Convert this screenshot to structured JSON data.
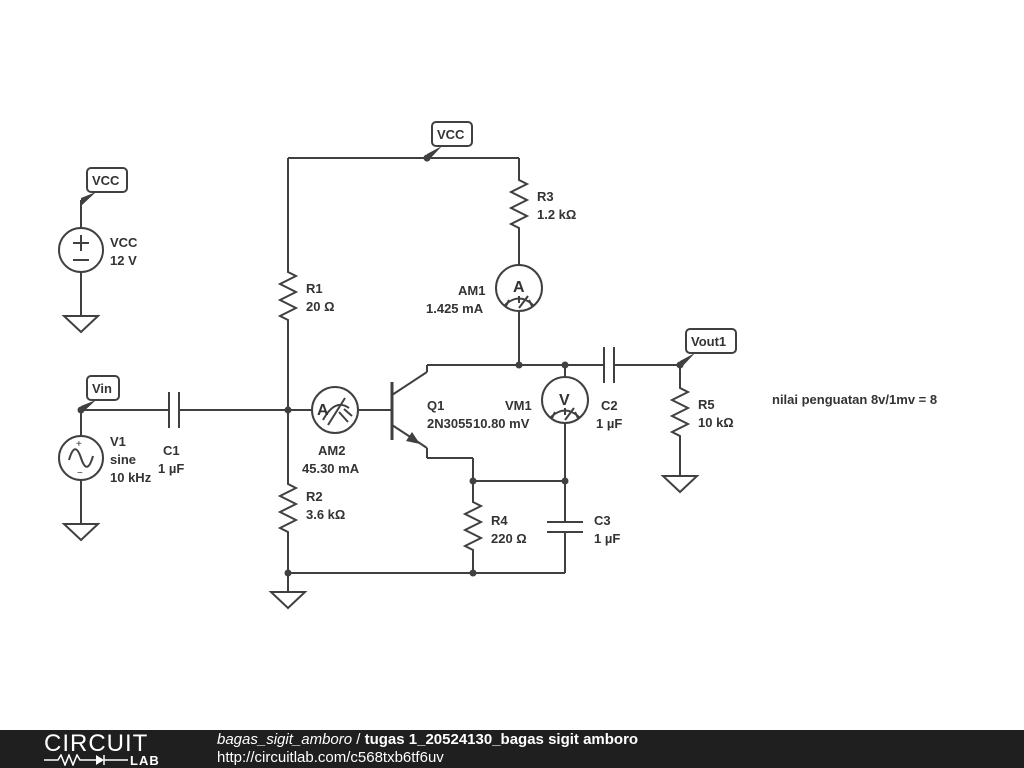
{
  "schematic": {
    "net_vcc_supply": "VCC",
    "net_vcc_top": "VCC",
    "net_vin": "Vin",
    "net_vout": "Vout1",
    "vcc_source": {
      "name": "VCC",
      "value": "12 V"
    },
    "v1": {
      "name": "V1",
      "type": "sine",
      "freq": "10 kHz"
    },
    "c1": {
      "name": "C1",
      "value": "1 µF"
    },
    "r1": {
      "name": "R1",
      "value": "20 Ω"
    },
    "r2": {
      "name": "R2",
      "value": "3.6 kΩ"
    },
    "r3": {
      "name": "R3",
      "value": "1.2 kΩ"
    },
    "r4": {
      "name": "R4",
      "value": "220 Ω"
    },
    "r5": {
      "name": "R5",
      "value": "10 kΩ"
    },
    "am1": {
      "name": "AM1",
      "reading": "1.425 mA"
    },
    "am2": {
      "name": "AM2",
      "reading": "45.30 mA"
    },
    "vm1": {
      "name": "VM1",
      "reading": "10.80 mV"
    },
    "q1": {
      "name": "Q1",
      "part": "2N3055"
    },
    "c2": {
      "name": "C2",
      "value": "1 µF"
    },
    "c3": {
      "name": "C3",
      "value": "1 µF"
    },
    "ammeter_glyph": "A",
    "voltmeter_glyph": "V",
    "note": "nilai penguatan 8v/1mv  = 8"
  },
  "footer": {
    "logo_word": "CIRCUIT",
    "logo_sub": "LAB",
    "author": "bagas_sigit_amboro",
    "separator": " / ",
    "title": "tugas 1_20524130_bagas sigit amboro",
    "url": "http://circuitlab.com/c568txb6tf6uv"
  },
  "colors": {
    "footer_bg": "#1f1f1f",
    "ink": "#404040",
    "text": "#333333"
  }
}
